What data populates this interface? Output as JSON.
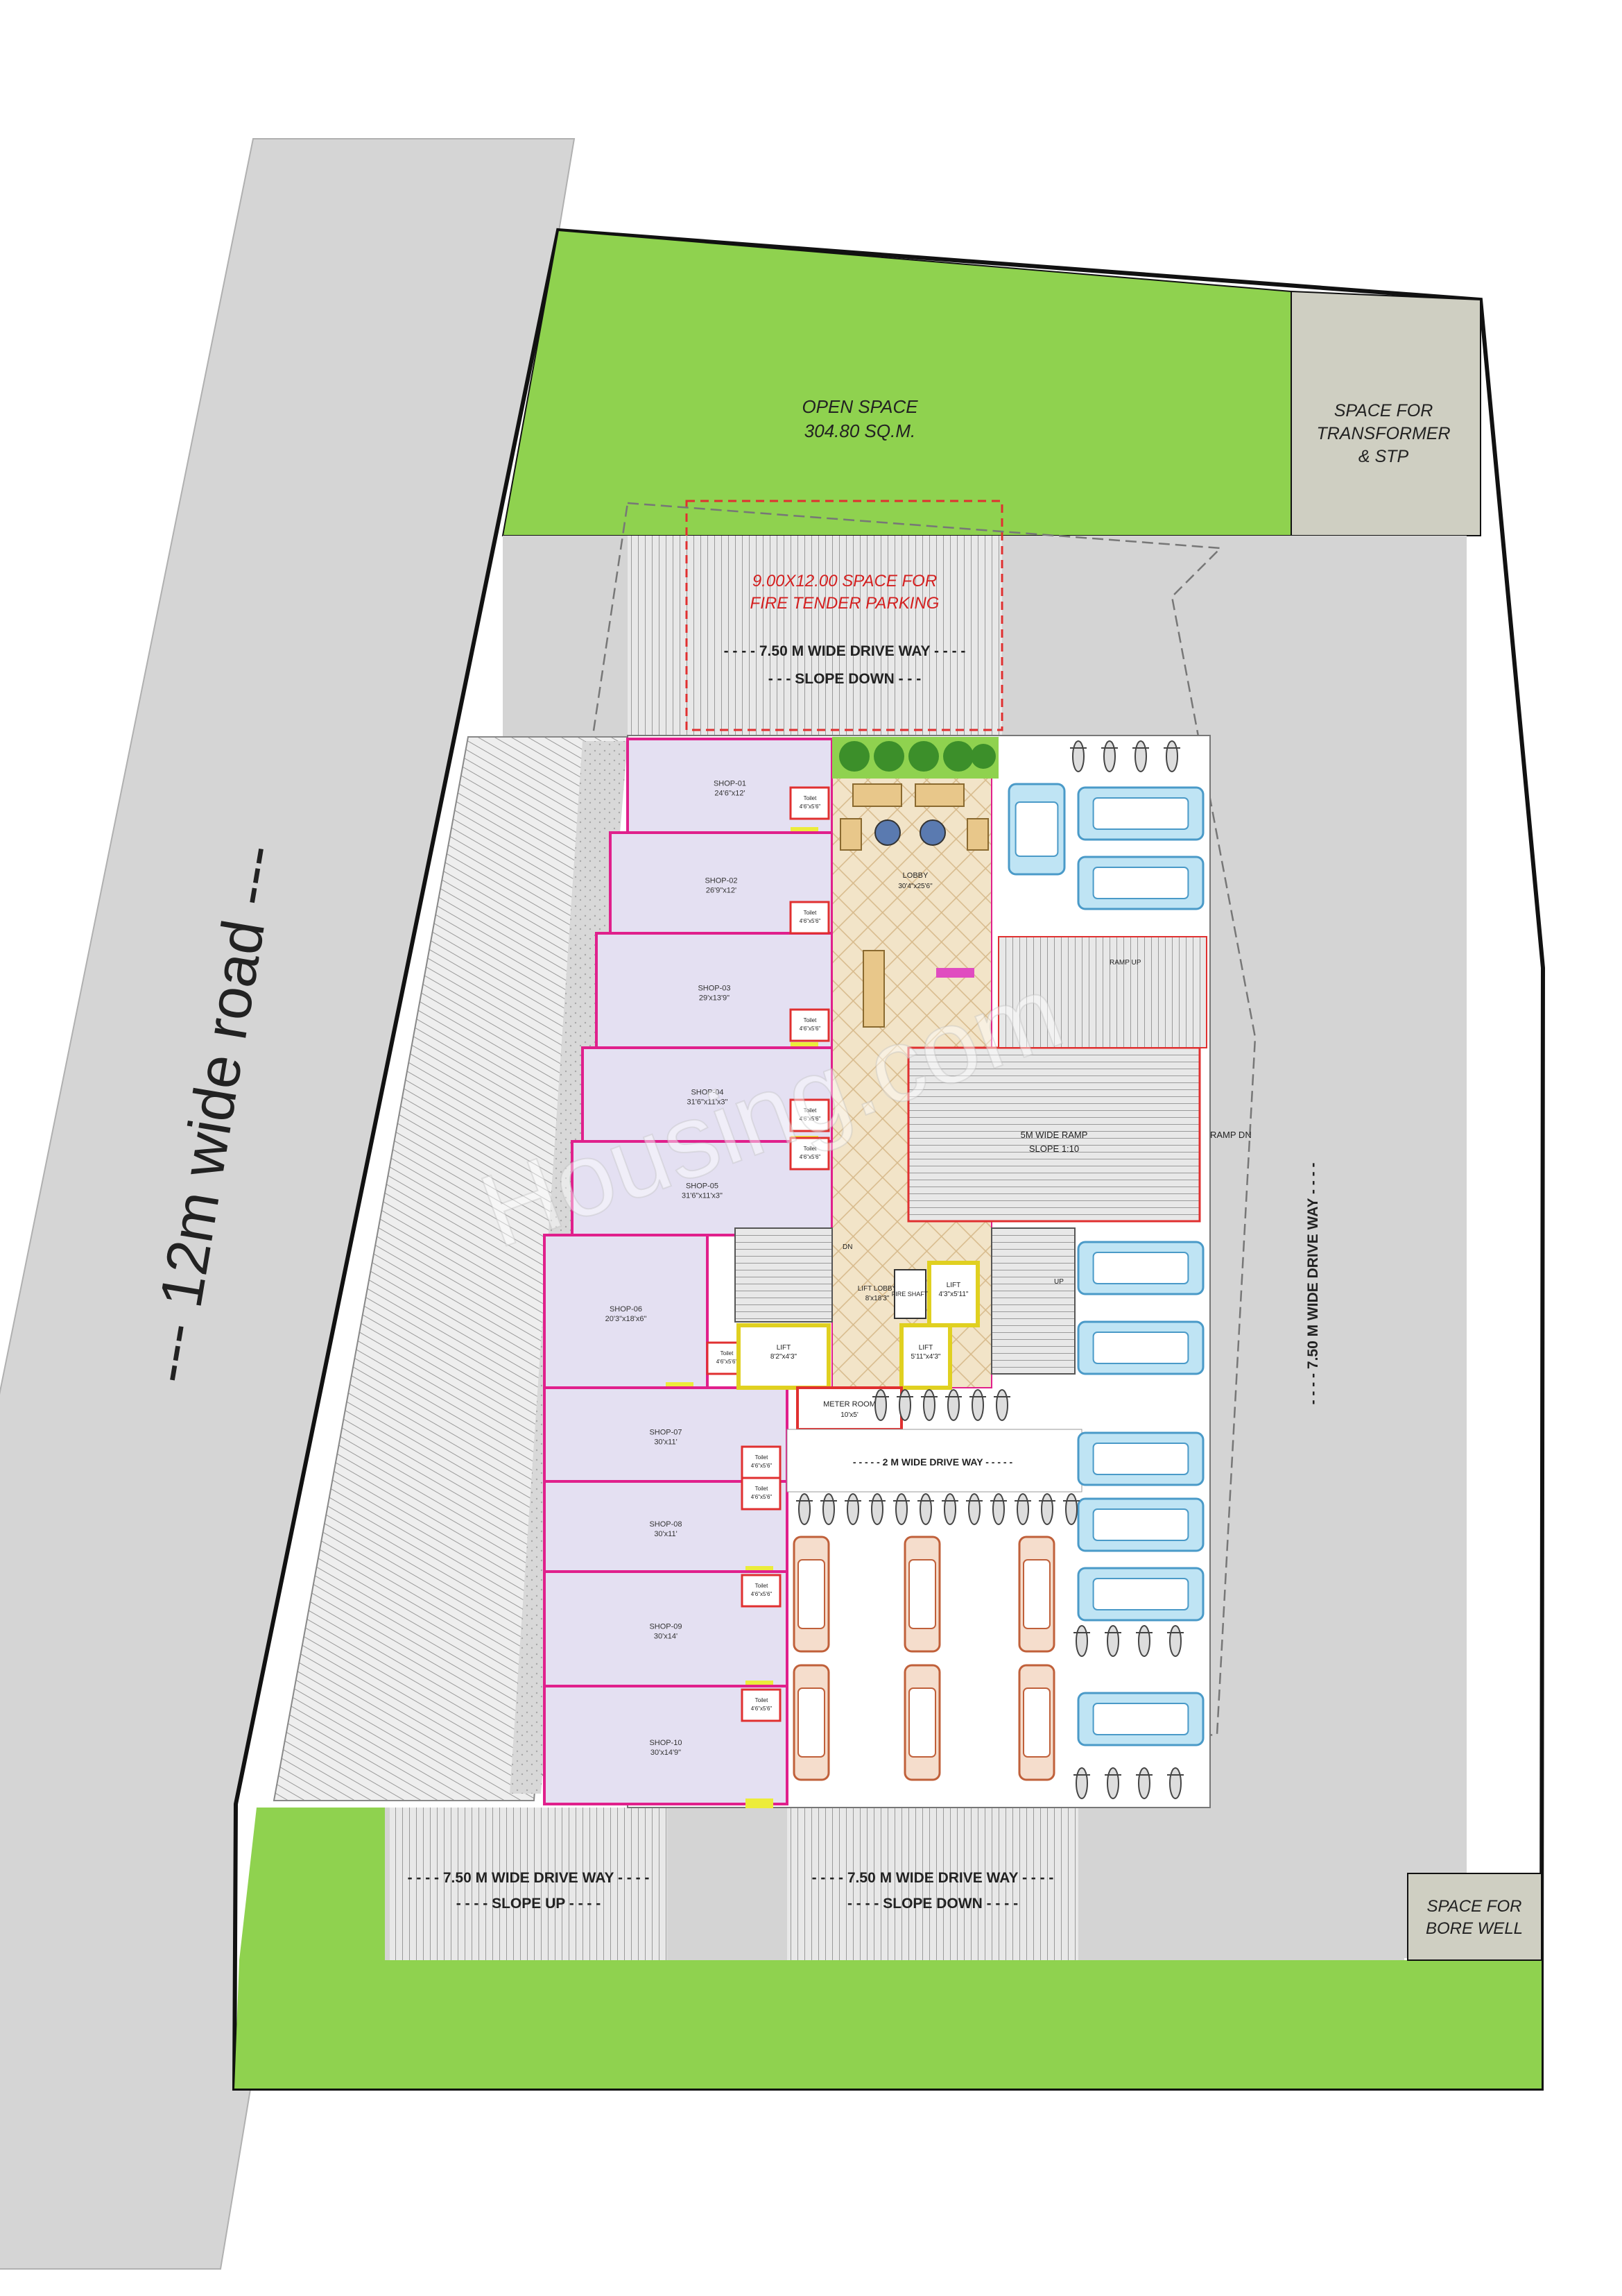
{
  "road": {
    "label": "--- 12m wide road ---"
  },
  "open_space": {
    "title": "OPEN SPACE",
    "area": "304.80 SQ.M."
  },
  "transformer": {
    "line1": "SPACE FOR",
    "line2": "TRANSFORMER",
    "line3": "& STP"
  },
  "bore_well": {
    "line1": "SPACE FOR",
    "line2": "BORE WELL"
  },
  "fire_tender": {
    "line1": "9.00X12.00 SPACE FOR",
    "line2": "FIRE TENDER PARKING"
  },
  "driveways": {
    "top": {
      "label": "- - - - 7.50 M WIDE DRIVE WAY - - - -",
      "sub": "- - - SLOPE DOWN - - -"
    },
    "bottom_left": {
      "label": "- - - - 7.50 M WIDE DRIVE WAY - - - -",
      "sub": "- - - - SLOPE UP - - - -"
    },
    "bottom_mid": {
      "label": "- - - - 7.50 M WIDE DRIVE WAY - - - -",
      "sub": "- - - - SLOPE DOWN - - - -"
    },
    "right": {
      "label": "- - - - 7.50 M WIDE DRIVE WAY - - - -"
    },
    "inner": {
      "label": "- - - - - 2 M WIDE DRIVE WAY - - - - -"
    }
  },
  "ramp": {
    "label": "5M WIDE RAMP",
    "slope": "SLOPE 1:10",
    "ramp_dn": "RAMP DN",
    "ramp_up": "RAMP UP"
  },
  "shops": [
    {
      "name": "SHOP-01",
      "size": "24'6\"x12'"
    },
    {
      "name": "SHOP-02",
      "size": "26'9\"x12'"
    },
    {
      "name": "SHOP-03",
      "size": "29'x13'9\""
    },
    {
      "name": "SHOP-04",
      "size": "31'6\"x11'x3\""
    },
    {
      "name": "SHOP-05",
      "size": "31'6\"x11'x3\""
    },
    {
      "name": "SHOP-06",
      "size": "20'3\"x18'x6\""
    },
    {
      "name": "SHOP-07",
      "size": "30'x11'"
    },
    {
      "name": "SHOP-08",
      "size": "30'x11'"
    },
    {
      "name": "SHOP-09",
      "size": "30'x14'"
    },
    {
      "name": "SHOP-10",
      "size": "30'x14'9\""
    }
  ],
  "toilet": {
    "label": "Toilet",
    "size": "4'6\"x5'6\""
  },
  "lobby": {
    "label": "LOBBY",
    "size": "30'4\"x25'6\""
  },
  "lift_lobby": {
    "label": "LIFT LOBBY",
    "size": "8'x18'3\""
  },
  "lifts": [
    {
      "label": "LIFT",
      "size": "8'2\"x4'3\""
    },
    {
      "label": "LIFT",
      "size": "5'11\"x4'3\""
    },
    {
      "label": "LIFT",
      "size": "4'3\"x5'11\""
    }
  ],
  "fire_shaft": {
    "label": "FIRE SHAFT"
  },
  "meter_room": {
    "label": "METER ROOM",
    "size": "10'x5'"
  },
  "stair": {
    "up": "UP",
    "dn": "DN"
  },
  "watermark": {
    "text": "Housing.com"
  },
  "colors": {
    "green": "#8fd24f",
    "grey": "#d4d4d4",
    "shop": "#e4e0f2",
    "shop_wall": "#e0208c",
    "lobby": "#f0e2c4"
  }
}
